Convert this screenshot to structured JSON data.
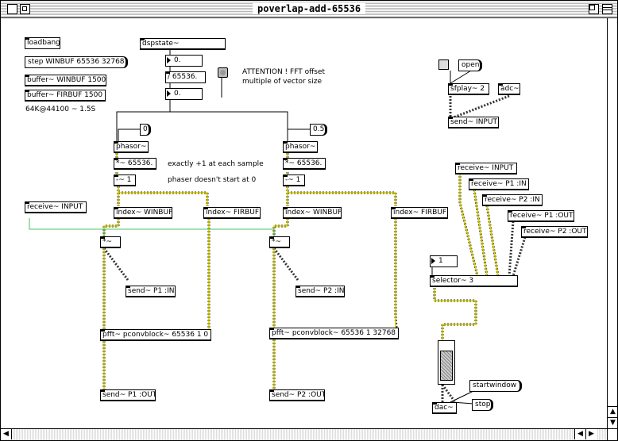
{
  "window": {
    "title": "poverlap-add-65536"
  },
  "objects": {
    "loadbang": "loadbang",
    "step": "step WINBUF 65536 32768",
    "buffer_win": "buffer~ WINBUF 1500",
    "buffer_fir": "buffer~ FIRBUF 1500",
    "dspstate": "dspstate~",
    "num_0_a": "0.",
    "div": "/ 65536.",
    "num_0_b": "0.",
    "msg_zero": "0",
    "msg_half": "0.5",
    "phasor_1": "phasor~",
    "phasor_2": "phasor~",
    "mul_1": "*~ 65536.",
    "mul_2": "*~ 65536.",
    "sub_1": "-~ 1",
    "sub_2": "-~ 1",
    "receive_input_left": "receive~ INPUT",
    "index_win_1": "index~ WINBUF",
    "index_fir_1": "index~ FIRBUF",
    "index_win_2": "index~ WINBUF",
    "index_fir_2": "index~ FIRBUF",
    "times_1": "*~",
    "times_2": "*~",
    "send_p1_in": "send~ P1 :IN",
    "send_p2_in": "send~ P2 :IN",
    "pfft_1": "pfft~ pconvblock~ 65536 1 0",
    "pfft_2": "pfft~ pconvblock~ 65536 1 32768",
    "send_p1_out": "send~ P1 :OUT",
    "send_p2_out": "send~ P2 :OUT",
    "msg_open": "open",
    "sfplay": "sfplay~ 2",
    "adc": "adc~",
    "send_input": "send~ INPUT",
    "receive_input_right": "receive~ INPUT",
    "receive_p1_in": "receive~ P1 :IN",
    "receive_p2_in": "receive~ P2 :IN",
    "receive_p1_out": "receive~ P1 :OUT",
    "receive_p2_out": "receive~ P2 :OUT",
    "num_1": "1",
    "selector": "selector~ 3",
    "msg_startwindow": "startwindow",
    "dac": "dac~",
    "msg_stop": "stop"
  },
  "comments": {
    "size_note": "64K@44100 ~ 1.5S",
    "attention_1": "ATTENTION ! FFT offset",
    "attention_2": "multiple of vector size",
    "exactly": "exactly +1 at each sample",
    "phaser": "phaser doesn't start at 0"
  },
  "colors": {
    "signal_wire": "#d8d000",
    "control_wire": "#000000",
    "connection_highlight": "#4ac06a"
  }
}
